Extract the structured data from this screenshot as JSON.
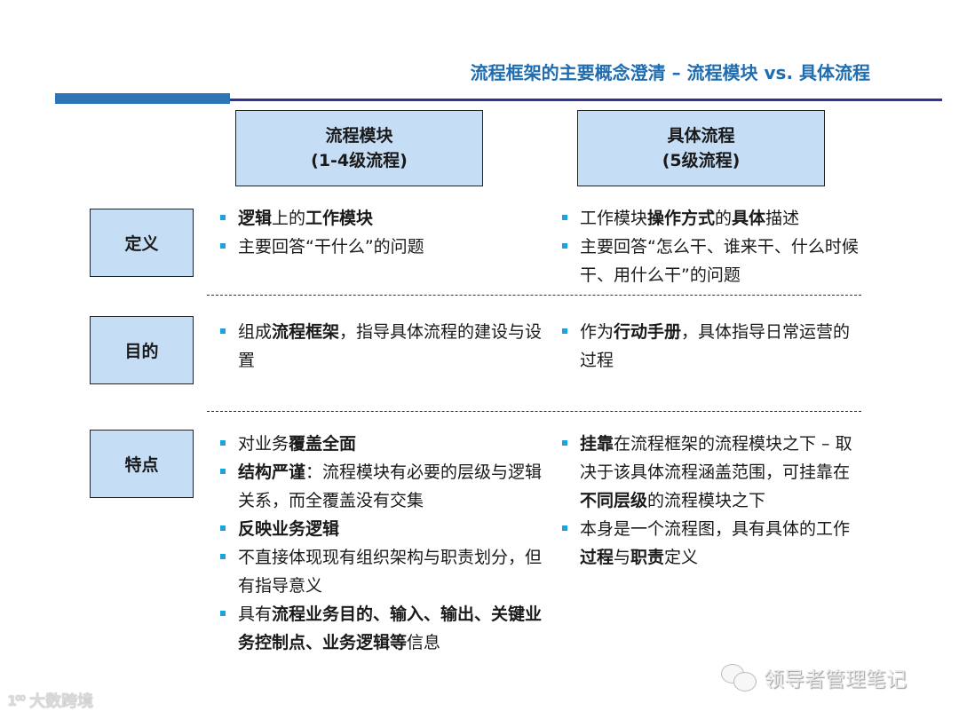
{
  "title": "流程框架的主要概念澄清 – 流程模块 vs. 具体流程",
  "colors": {
    "title": "#1f6db0",
    "accent_bar": "#2e75b6",
    "rule": "#2f3392",
    "box_fill": "#c5ddf5",
    "bullet": "#1aa3e0"
  },
  "columns": [
    {
      "line1": "流程模块",
      "line2": "(1-4级流程)"
    },
    {
      "line1": "具体流程",
      "line2": "(5级流程)"
    }
  ],
  "rows": [
    {
      "label": "定义",
      "left": [
        [
          {
            "t": "逻辑",
            "b": true
          },
          {
            "t": "上的"
          },
          {
            "t": "工作模块",
            "b": true
          }
        ],
        [
          {
            "t": "主要回答“干什么”的问题"
          }
        ]
      ],
      "right": [
        [
          {
            "t": "工作模块"
          },
          {
            "t": "操作方式",
            "b": true
          },
          {
            "t": "的"
          },
          {
            "t": "具体",
            "b": true
          },
          {
            "t": "描述"
          }
        ],
        [
          {
            "t": "主要回答“怎么干、谁来干、什么时候干、用什么干”的问题"
          }
        ]
      ]
    },
    {
      "label": "目的",
      "left": [
        [
          {
            "t": "组成"
          },
          {
            "t": "流程框架",
            "b": true
          },
          {
            "t": "，指导具体流程的建设与设置"
          }
        ]
      ],
      "right": [
        [
          {
            "t": "作为"
          },
          {
            "t": "行动手册",
            "b": true
          },
          {
            "t": "，具体指导日常运营的过程"
          }
        ]
      ]
    },
    {
      "label": "特点",
      "left": [
        [
          {
            "t": "对业务"
          },
          {
            "t": "覆盖全面",
            "b": true
          }
        ],
        [
          {
            "t": "结构严谨",
            "b": true
          },
          {
            "t": "：流程模块有必要的层级与逻辑关系，而全覆盖没有交集"
          }
        ],
        [
          {
            "t": "反映业务逻辑",
            "b": true
          }
        ],
        [
          {
            "t": "不直接体现现有组织架构与职责划分，但有指导意义"
          }
        ],
        [
          {
            "t": "具有"
          },
          {
            "t": "流程业务目的、输入、输出、关键业务控制点、业务逻辑等",
            "b": true
          },
          {
            "t": "信息"
          }
        ]
      ],
      "right": [
        [
          {
            "t": "挂靠",
            "b": true
          },
          {
            "t": "在流程框架的流程模块之下 – 取决于该具体流程涵盖范围，可挂靠在"
          },
          {
            "t": "不同层级",
            "b": true
          },
          {
            "t": "的流程模块之下"
          }
        ],
        [
          {
            "t": "本身是一个流程图，具有具体的工作"
          },
          {
            "t": "过程",
            "b": true
          },
          {
            "t": "与"
          },
          {
            "t": "职责",
            "b": true
          },
          {
            "t": "定义"
          }
        ]
      ]
    }
  ],
  "watermarks": {
    "left_logo": "1⁰⁰",
    "left_text": "大数跨境",
    "right_icon": "wechat-icon",
    "right_text": "领导者管理笔记"
  }
}
